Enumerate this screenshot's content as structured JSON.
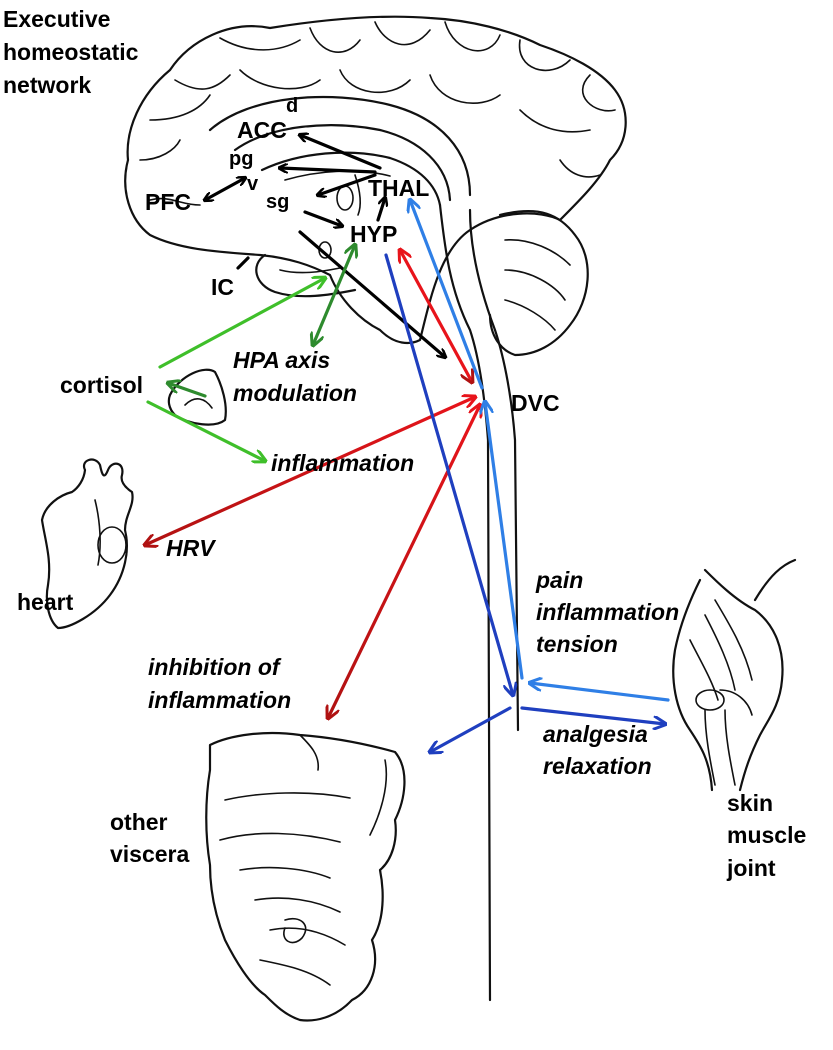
{
  "labels": {
    "network_line1": "Executive",
    "network_line2": "homeostatic",
    "network_line3": "network",
    "acc": "ACC",
    "d": "d",
    "pg": "pg",
    "v": "v",
    "pfc": "PFC",
    "sg": "sg",
    "thal": "THAL",
    "hyp": "HYP",
    "ic": "IC",
    "hpa_line1": "HPA axis",
    "hpa_line2": "modulation",
    "cortisol": "cortisol",
    "dvc": "DVC",
    "inflammation": "inflammation",
    "hrv": "HRV",
    "heart": "heart",
    "pain_line1": "pain",
    "pain_line2": "inflammation",
    "pain_line3": "tension",
    "inhibition_line1": "inhibition of",
    "inhibition_line2": "inflammation",
    "analgesia_line1": "analgesia",
    "analgesia_line2": "relaxation",
    "other_line1": "other",
    "other_line2": "viscera",
    "skin_line1": "skin",
    "skin_line2": "muscle",
    "skin_line3": "joint"
  },
  "colors": {
    "black_arrow": "#000000",
    "dark_blue": "#1f3fbf",
    "light_blue": "#2f7fe6",
    "red": "#e8141b",
    "dark_red": "#b01212",
    "light_green": "#3fbf2a",
    "dark_green": "#2e8b2e"
  },
  "icons": {
    "brain": "brain-sagittal-outline",
    "heart": "heart-outline",
    "adrenal": "adrenal-gland-outline",
    "viscera": "viscera-outline",
    "limb": "muscle-joint-outline"
  }
}
